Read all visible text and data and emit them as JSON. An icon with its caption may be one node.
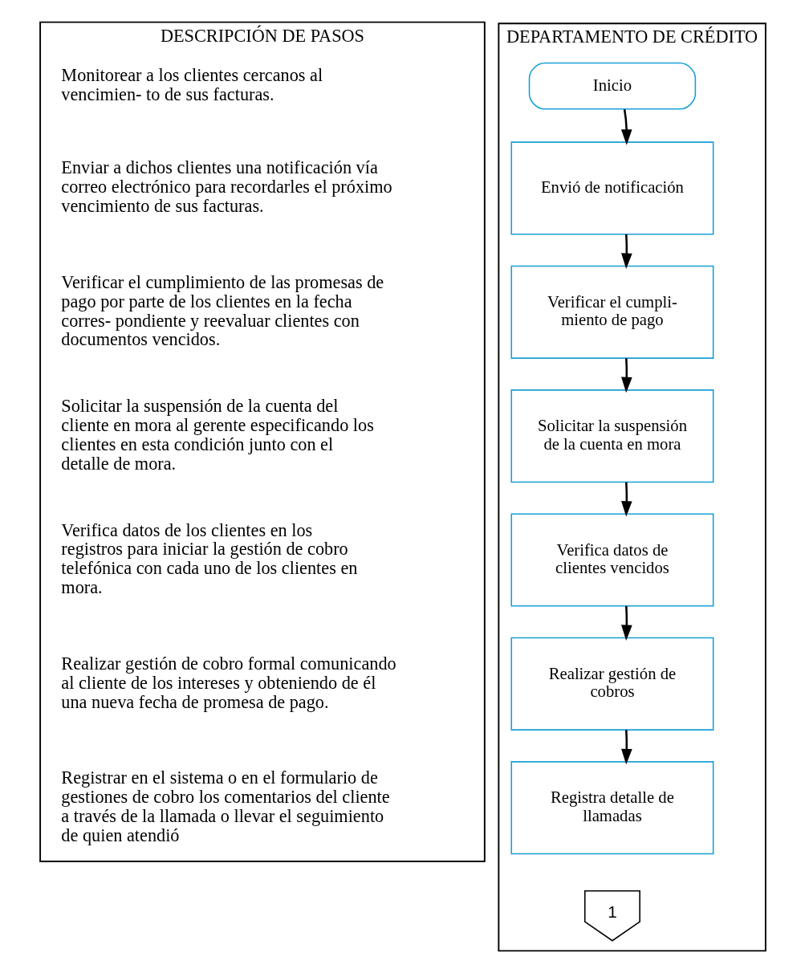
{
  "diagram": {
    "nodes": [
      {
        "text": [
          "DESCRIPCIÓN DE PASOS"
        ]
      },
      {
        "text": [
          "DEPARTAMENTO DE CRÉDITO"
        ]
      },
      {
        "text": [
          "Inicio"
        ],
        "in": 1
      },
      {
        "text": [
          "Envió de notificación"
        ],
        "in": 1
      },
      {
        "text": [
          "Verificar el cumpli- miento de pago"
        ],
        "in": 1
      },
      {
        "text": [
          "Solicitar la suspensión de la cuenta en mora"
        ],
        "in": 1
      },
      {
        "text": [
          "Verifica datos de clientes vencidos"
        ],
        "in": 1
      },
      {
        "text": [
          "Realizar gestión de cobros"
        ],
        "in": 1
      },
      {
        "text": [
          "Registra detalle de llamadas"
        ],
        "in": 1
      },
      {
        "text": [
          "1"
        ],
        "in": 1
      }
    ],
    "edges": [
      {
        "from": 2,
        "to": 3,
        "arrow": "to"
      },
      {
        "from": 3,
        "to": 4,
        "arrow": "to"
      },
      {
        "from": 4,
        "to": 5,
        "arrow": "to"
      },
      {
        "from": 5,
        "to": 6,
        "arrow": "to"
      },
      {
        "from": 6,
        "to": 7,
        "arrow": "to"
      },
      {
        "from": 7,
        "to": 8,
        "arrow": "to"
      }
    ],
    "labels": [
      "Monitorear a los clientes cercanos al vencimien- to de sus facturas.",
      "Enviar a dichos clientes una notificación vía correo electrónico para recordarles el próximo vencimiento de sus facturas.",
      "Verificar el cumplimiento de las promesas de pago por parte de los clientes en la fecha corres- pondiente y reevaluar clientes con documentos vencidos.",
      "Solicitar la suspensión de la cuenta del cliente en mora al gerente especificando los clientes en esta condición junto con el detalle de mora.",
      "Verifica datos de los clientes en los registros para iniciar la gestión de cobro telefónica con cada uno de los clientes en mora.",
      "Realizar gestión de cobro formal comunicando al cliente de los intereses y obteniendo de él una nueva fecha de promesa de pago.",
      "Registrar en el sistema o en el formulario de gestiones de cobro los comentarios del cliente a través de la llamada o llevar el seguimiento de quien atendió"
    ]
  }
}
